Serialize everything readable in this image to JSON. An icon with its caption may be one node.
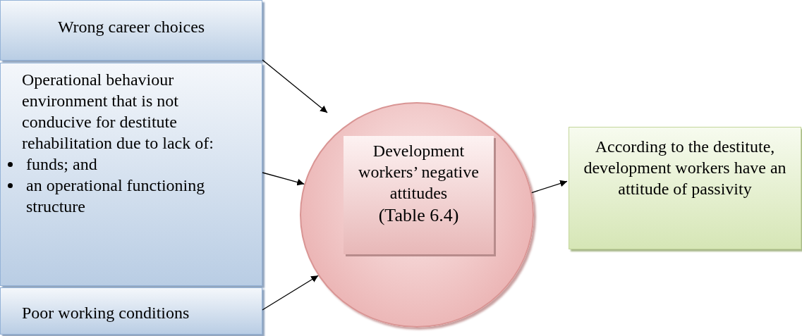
{
  "diagram": {
    "nodes": [
      {
        "text": [
          "Wrong career choices"
        ]
      },
      {
        "text": [
          "Operational behaviour environment that is not conducive for destitute rehabilitation due to lack of:",
          "funds; and",
          "an operational functioning structure"
        ]
      },
      {
        "text": [
          "Poor working conditions"
        ]
      },
      {
        "text": [],
        "shape": "circle"
      },
      {
        "text": [
          "Development workers’ negative attitudes",
          "(Table 6.4)"
        ],
        "in": 3
      },
      {
        "text": [
          "According to the destitute, development workers have an attitude of passivity"
        ]
      }
    ],
    "edges": [
      {
        "from": 0,
        "to": 3,
        "arrow": "to"
      },
      {
        "from": 1,
        "to": 3,
        "arrow": "to"
      },
      {
        "from": 2,
        "to": 3,
        "arrow": "to"
      },
      {
        "from": 3,
        "to": 5,
        "arrow": "to"
      }
    ]
  }
}
